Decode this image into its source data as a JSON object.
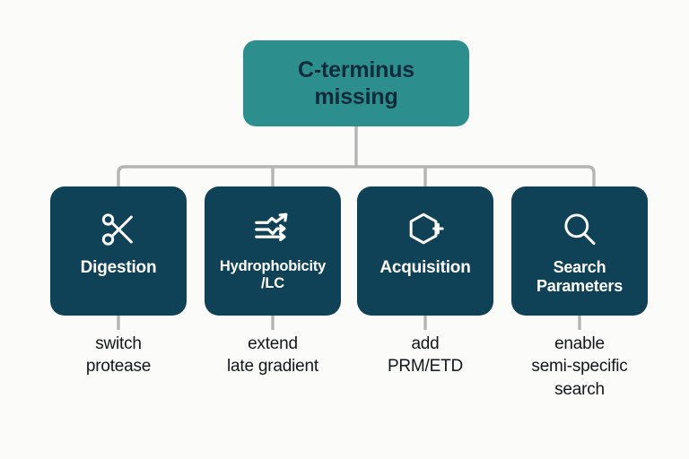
{
  "palette": {
    "background": "#fbfbfa",
    "root_fill": "#2d8f8d",
    "root_text": "#0d2b3a",
    "node_fill": "#104257",
    "node_text": "#ffffff",
    "caption_text": "#13161a",
    "connector": "#b4b4b4"
  },
  "root": {
    "label": "C-terminus\nmissing"
  },
  "nodes": [
    {
      "icon": "scissors-icon",
      "label": "Digestion",
      "caption": "switch\nprotease"
    },
    {
      "icon": "chromatogram-lines-icon",
      "label": "Hydrophobicity\n/LC",
      "caption": "extend\nlate gradient"
    },
    {
      "icon": "hexagon-plus-icon",
      "label": "Acquisition",
      "caption": "add\nPRM/ETD"
    },
    {
      "icon": "magnifier-icon",
      "label": "Search\nParameters",
      "caption": "enable\nsemi-specific\nsearch"
    }
  ]
}
